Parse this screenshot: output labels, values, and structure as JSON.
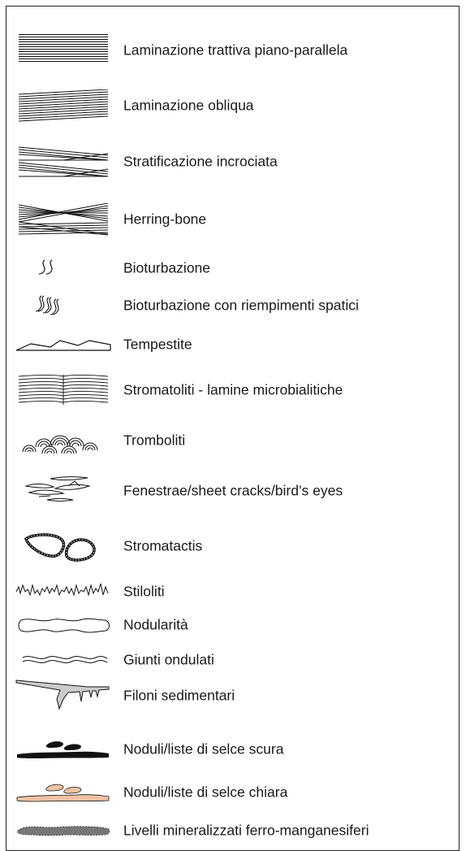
{
  "legend": {
    "items": [
      {
        "key": "lam-trattiva",
        "label": "Laminazione trattiva piano-parallela"
      },
      {
        "key": "lam-obliqua",
        "label": "Laminazione obliqua"
      },
      {
        "key": "strat-incrociata",
        "label": "Stratificazione incrociata"
      },
      {
        "key": "herring-bone",
        "label": "Herring-bone"
      },
      {
        "key": "bioturbazione",
        "label": "Bioturbazione"
      },
      {
        "key": "bioturbazione-spatici",
        "label": "Bioturbazione con riempimenti spatici"
      },
      {
        "key": "tempestite",
        "label": "Tempestite"
      },
      {
        "key": "stromatoliti",
        "label": "Stromatoliti - lamine microbialitiche"
      },
      {
        "key": "tromboliti",
        "label": "Tromboliti"
      },
      {
        "key": "fenestrae",
        "label": "Fenestrae/sheet cracks/bird’s eyes"
      },
      {
        "key": "stromatactis",
        "label": "Stromatactis"
      },
      {
        "key": "stiloliti",
        "label": "Stiloliti"
      },
      {
        "key": "nodularita",
        "label": "Nodularità"
      },
      {
        "key": "giunti",
        "label": "Giunti ondulati"
      },
      {
        "key": "filoni",
        "label": "Filoni sedimentari"
      },
      {
        "key": "selce-scura",
        "label": "Noduli/liste di selce scura"
      },
      {
        "key": "selce-chiara",
        "label": "Noduli/liste di selce chiara"
      },
      {
        "key": "livelli-ferro",
        "label": "Livelli mineralizzati ferro-manganesiferi"
      }
    ]
  },
  "colors": {
    "stroke": "#111111",
    "chert_dark": "#111111",
    "chert_light": "#efc2a3",
    "filoni_fill": "#cccccc",
    "ferro_fill": "#777777"
  }
}
